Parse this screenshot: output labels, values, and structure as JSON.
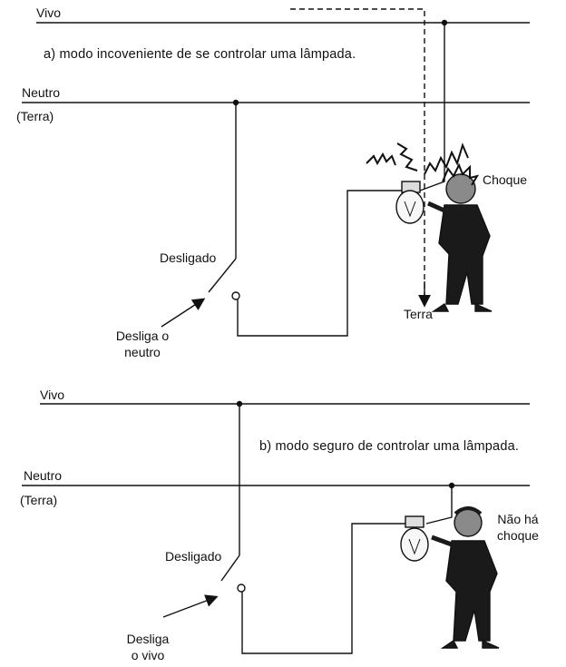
{
  "panel_a": {
    "caption": "a) modo incoveniente de se controlar uma lâmpada.",
    "live_label": "Vivo",
    "neutral_label": "Neutro",
    "ground_label": "(Terra)",
    "switch_label": "Desligado",
    "arrow_label_1": "Desliga o",
    "arrow_label_2": "neutro",
    "shock_label": "Choque",
    "earth_label": "Terra"
  },
  "panel_b": {
    "caption": "b) modo seguro de controlar uma lâmpada.",
    "live_label": "Vivo",
    "neutral_label": "Neutro",
    "ground_label": "(Terra)",
    "switch_label": "Desligado",
    "arrow_label_1": "Desliga",
    "arrow_label_2": "o vivo",
    "no_shock_label_1": "Não há",
    "no_shock_label_2": "choque"
  },
  "colors": {
    "ink": "#111111",
    "skin": "#8a8a8a",
    "suit": "#1a1a1a"
  }
}
